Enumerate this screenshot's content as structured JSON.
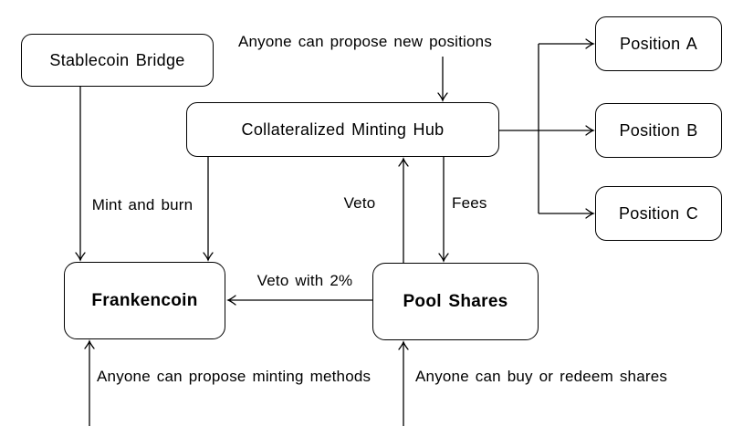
{
  "diagram": {
    "nodes": {
      "stablecoin_bridge": {
        "label": "Stablecoin Bridge"
      },
      "minting_hub": {
        "label": "Collateralized Minting Hub"
      },
      "position_a": {
        "label": "Position A"
      },
      "position_b": {
        "label": "Position B"
      },
      "position_c": {
        "label": "Position C"
      },
      "frankencoin": {
        "label": "Frankencoin"
      },
      "pool_shares": {
        "label": "Pool Shares"
      }
    },
    "edge_labels": {
      "propose_positions": "Anyone can propose new positions",
      "mint_and_burn": "Mint and burn",
      "veto": "Veto",
      "fees": "Fees",
      "veto_with_2pct": "Veto with 2%",
      "propose_minting": "Anyone can propose minting methods",
      "buy_redeem": "Anyone can buy or redeem shares"
    },
    "edges": [
      {
        "from": "stablecoin_bridge",
        "to": "frankencoin",
        "label": "Mint and burn"
      },
      {
        "from": "minting_hub",
        "to": "frankencoin",
        "label": "Mint and burn"
      },
      {
        "from": "pool_shares",
        "to": "minting_hub",
        "label": "Veto"
      },
      {
        "from": "minting_hub",
        "to": "pool_shares",
        "label": "Fees"
      },
      {
        "from": "pool_shares",
        "to": "frankencoin",
        "label": "Veto with 2%"
      },
      {
        "from": "minting_hub",
        "to": "position_a",
        "label": ""
      },
      {
        "from": "minting_hub",
        "to": "position_b",
        "label": ""
      },
      {
        "from": "minting_hub",
        "to": "position_c",
        "label": ""
      },
      {
        "from": "anyone",
        "to": "minting_hub",
        "label": "Anyone can propose new positions"
      },
      {
        "from": "anyone",
        "to": "frankencoin",
        "label": "Anyone can propose minting methods"
      },
      {
        "from": "anyone",
        "to": "pool_shares",
        "label": "Anyone can buy or redeem shares"
      }
    ],
    "colors": {
      "background": "#ffffff",
      "line": "#000000",
      "text": "#000000"
    }
  }
}
